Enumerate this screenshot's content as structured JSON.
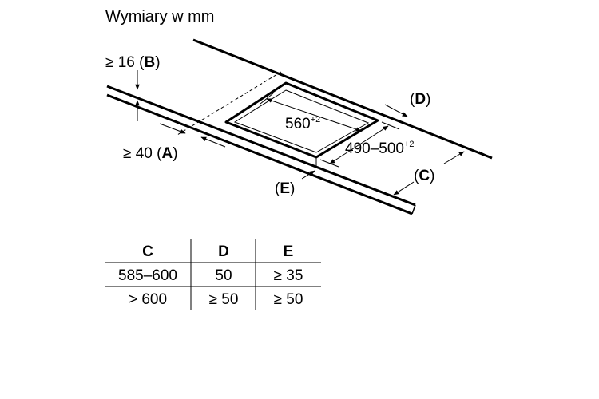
{
  "title": "Wymiary w mm",
  "labels": {
    "b_prefix": "≥ 16 (",
    "b_letter": "B",
    "b_suffix": ")",
    "a_prefix": "≥ 40 (",
    "a_letter": "A",
    "a_suffix": ")",
    "d_open": "(",
    "d_letter": "D",
    "d_close": ")",
    "c_open": "(",
    "c_letter": "C",
    "c_close": ")",
    "e_open": "(",
    "e_letter": "E",
    "e_close": ")",
    "width_value": "560",
    "width_tol": "+2",
    "depth_value": "490–500",
    "depth_tol": "+2"
  },
  "table": {
    "headers": [
      "C",
      "D",
      "E"
    ],
    "rows": [
      [
        "585–600",
        "50",
        "≥ 35"
      ],
      [
        "> 600",
        "≥ 50",
        "≥ 50"
      ]
    ]
  }
}
